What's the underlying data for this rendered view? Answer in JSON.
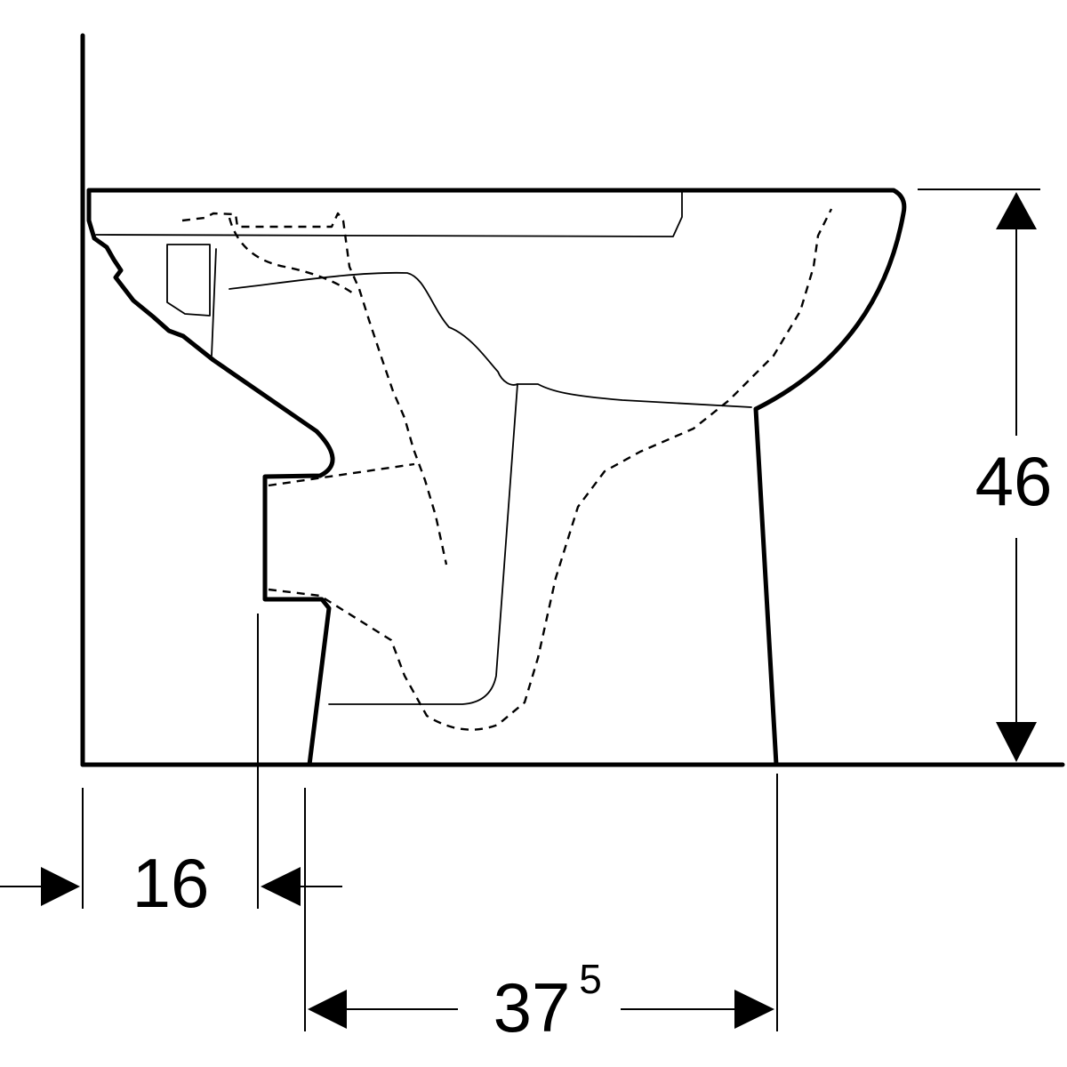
{
  "dimensions": {
    "height": {
      "label": "46"
    },
    "outlet_distance": {
      "label": "16"
    },
    "base_depth": {
      "label": "37",
      "superscript": "5"
    }
  }
}
